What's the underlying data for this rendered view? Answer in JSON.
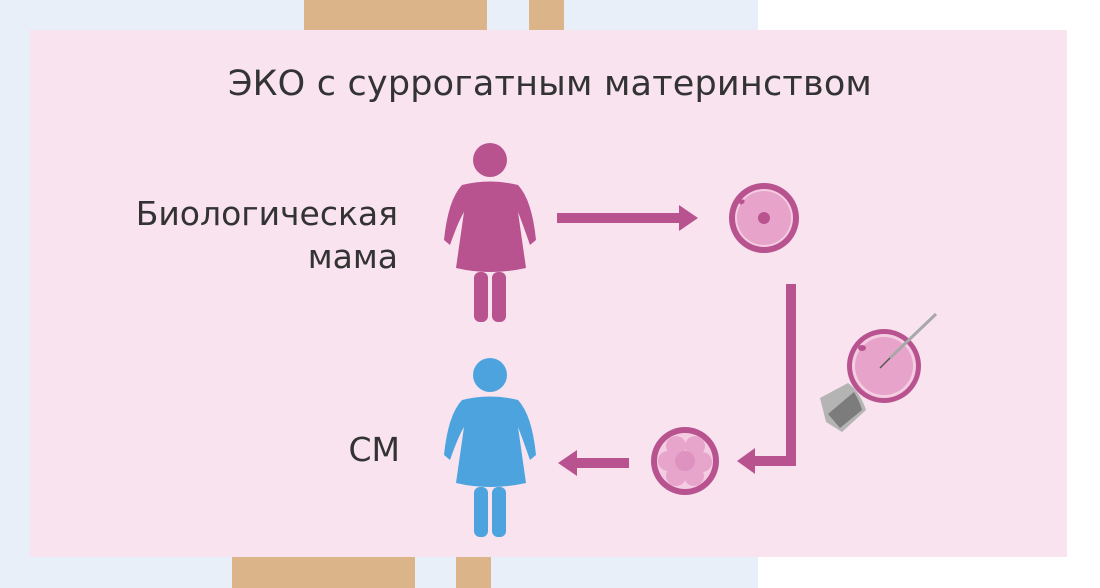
{
  "title": "ЭКО с суррогатным материнством",
  "labels": {
    "biological_mother_line1": "Биологическая",
    "biological_mother_line2": "мама",
    "surrogate_mother": "СМ"
  },
  "colors": {
    "card_background": "#f8e3ef",
    "page_background_left": "#e9eff9",
    "decor_strip": "#dcb489",
    "magenta": "#b8538f",
    "cell_fill": "#e8a3cb",
    "blue_figure": "#4da3de",
    "text": "#333333",
    "instrument_gray": "#a0a0a0"
  },
  "diagram": {
    "nodes": [
      {
        "id": "bio-mother",
        "type": "woman-figure",
        "color": "magenta"
      },
      {
        "id": "egg",
        "type": "oocyte"
      },
      {
        "id": "icsi",
        "type": "fertilization-injection"
      },
      {
        "id": "embryo",
        "type": "embryo"
      },
      {
        "id": "surrogate",
        "type": "woman-figure",
        "color": "blue"
      }
    ],
    "edges": [
      {
        "from": "bio-mother",
        "to": "egg"
      },
      {
        "from": "egg",
        "to": "embryo",
        "via": "icsi"
      },
      {
        "from": "embryo",
        "to": "surrogate"
      }
    ]
  }
}
